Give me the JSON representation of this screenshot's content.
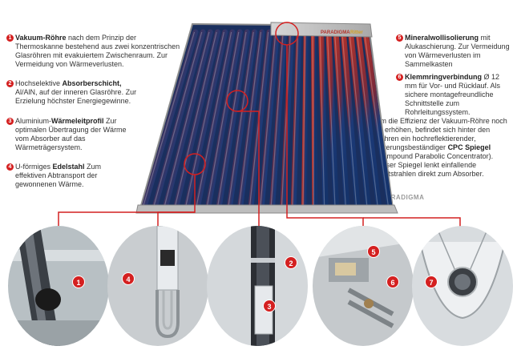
{
  "notes": [
    {
      "num": "1",
      "bold": "Vakuum-Röhre",
      "text_before": "",
      "text_after": " nach dem Prinzip der Thermoskanne bestehend aus zwei konzentrischen Glasröhren mit evakuiertem Zwischenraum. Zur Vermeidung von Wärmeverlusten."
    },
    {
      "num": "2",
      "bold": "Absorberschicht,",
      "text_before": "Hochselektive ",
      "text_after": " Al/AlN, auf der inneren Glasröhre. Zur Erzielung höchster Energiegewinne."
    },
    {
      "num": "3",
      "bold": "Wärmeleitprofil",
      "text_before": "Aluminium-",
      "text_after": " Zur optimalen Übertragung der Wärme vom Absorber auf das Wärmeträgersystem."
    },
    {
      "num": "4",
      "bold": "Edelstahl",
      "text_before": "U-förmiges ",
      "text_after": " Zum effektiven Abtransport der gewonnenen Wärme."
    },
    {
      "num": "5",
      "bold": "Mineralwollisolierung",
      "text_before": "",
      "text_after": " mit Alukaschierung. Zur Vermeidung von Wärmeverlusten im Sammelkasten"
    },
    {
      "num": "6",
      "bold": "Klemmringverbindung",
      "text_before": "",
      "text_after": " Ø 12 mm für Vor- und Rücklauf. Als sichere montagefreundliche Schnittstelle zum Rohrleitungssystem."
    },
    {
      "num": "7",
      "bold": "CPC Spiegel",
      "text_before": "Um die Effizienz der Vakuum-Röhre noch zu erhöhen, befindet sich hinter den Röhren ein hochreflektierender, witterungsbeständiger ",
      "text_after": " (Compound Parabolic Concentrator). Dieser Spiegel lenkt einfallende Lichtstrahlen direkt zum Absorber."
    }
  ],
  "copyright": "© PARADIGMA",
  "header_label": "PARADIGMA",
  "header_label2": "Ritter",
  "detail_badges": [
    "1",
    "4",
    "2",
    "3",
    "5",
    "6",
    "7"
  ],
  "colors": {
    "accent_red": "#d42020",
    "tube_blue": "#1c3a78",
    "tube_red": "#b3322b"
  }
}
